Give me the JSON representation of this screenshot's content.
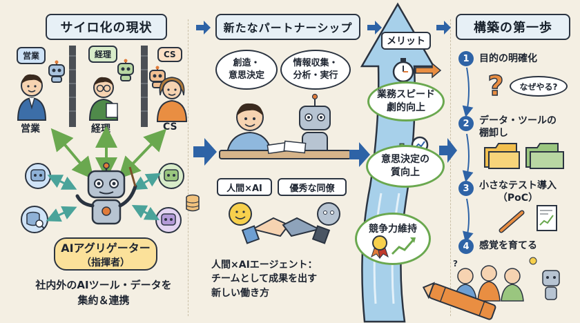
{
  "headers": {
    "section1": "サイロ化の現状",
    "section2": "新たなパートナーシップ",
    "section3": "構築の第一歩"
  },
  "silo": {
    "badge_sales": "営業",
    "badge_accounting": "経理",
    "badge_cs": "CS",
    "label_sales": "営業",
    "label_accounting": "経理",
    "label_cs": "CS",
    "aggregator_title": "AIアグリゲーター",
    "aggregator_subtitle": "（指揮者）",
    "caption_line1": "社内外のAIツール・データを",
    "caption_line2": "集約＆連携"
  },
  "partnership": {
    "bubble_left": "創造・\n意思決定",
    "bubble_right": "情報収集・\n分析・実行",
    "tag_left": "人間×AI",
    "tag_right": "優秀な同僚",
    "caption_line1": "人間×AIエージェント：",
    "caption_line2": "チームとして成果を出す",
    "caption_line3": "新しい働き方"
  },
  "merit": {
    "sign": "メリット",
    "item1": "業務スピード\n劇的向上",
    "item2": "意思決定の\n質向上",
    "item3": "競争力維持"
  },
  "steps": {
    "step1_num": "1",
    "step1_label": "目的の明確化",
    "step1_bubble": "なぜやる?",
    "step2_num": "2",
    "step2_label": "データ・ツールの\n棚卸し",
    "step3_num": "3",
    "step3_label": "小さなテスト導入\n（PoC）",
    "step4_num": "4",
    "step4_label": "感覚を育てる"
  },
  "colors": {
    "background": "#f4efe3",
    "header_fill": "#e7f0f6",
    "arrow_blue": "#2e63a6",
    "merit_green": "#6aa84f",
    "aggregator_yellow": "#fbe19a",
    "badge_sales": "#cfe3f7",
    "badge_accounting": "#d8ecc9",
    "badge_cs": "#fde0c6"
  },
  "icons": [
    "robot-icon",
    "person-icon",
    "stopwatch-icon",
    "magnifier-icon",
    "medal-icon",
    "folder-icon",
    "document-icon",
    "pencil-icon",
    "question-icon",
    "handshake-icon",
    "database-icon",
    "crayon-icon"
  ]
}
